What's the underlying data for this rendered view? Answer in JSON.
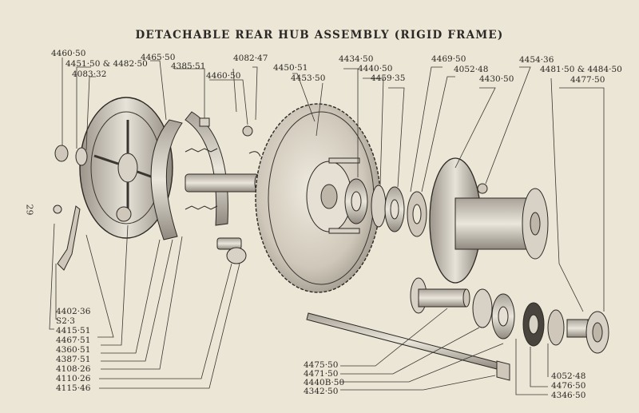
{
  "title": "DETACHABLE REAR HUB ASSEMBLY (RIGID FRAME)",
  "page_number": "29",
  "labels_top": [
    "4460·50",
    "4451·50 & 4482·50",
    "4083·32",
    "4465·50",
    "4385·51",
    "4082·47",
    "4460·50",
    "4450·51",
    "4453·50",
    "4434·50",
    "4440·50",
    "4459·35",
    "4469·50",
    "4052·48",
    "4430·50",
    "4454·36",
    "4481·50 & 4484·50",
    "4477·50"
  ],
  "labels_bottom_left": [
    "4402·36",
    "S2·3",
    "4415·51",
    "4467·51",
    "4360·51",
    "4387·51",
    "4108·26",
    "4110·26",
    "4115·46"
  ],
  "labels_bottom_center": [
    "4475·50",
    "4471·50",
    "4440B·50",
    "4342·50"
  ],
  "labels_bottom_right": [
    "4052·48",
    "4476·50",
    "4346·50"
  ]
}
